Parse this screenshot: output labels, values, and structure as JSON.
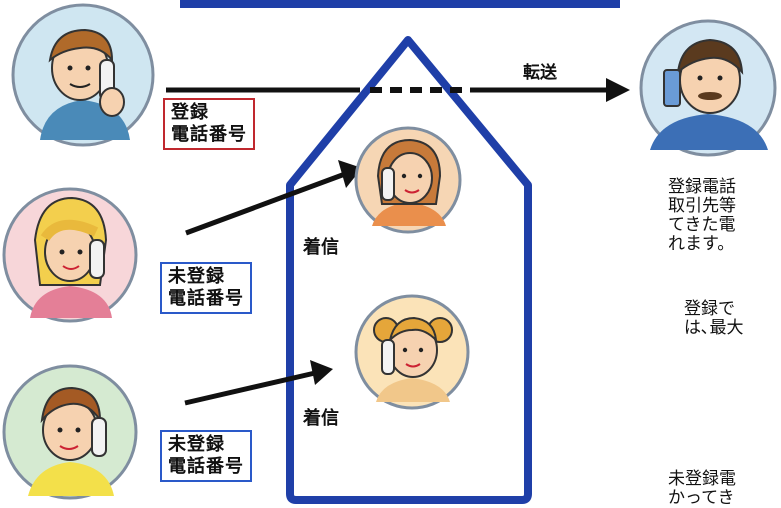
{
  "labels": {
    "registered": [
      "登録",
      "電話番号"
    ],
    "unregistered_1": [
      "未登録",
      "電話番号"
    ],
    "unregistered_2": [
      "未登録",
      "電話番号"
    ]
  },
  "incoming_1": "着信",
  "incoming_2": "着信",
  "transfer": "転送",
  "side_text": {
    "para1": [
      "登録電話",
      "取引先等",
      "てきた電",
      "れます。"
    ],
    "para2": [
      "登録で",
      "は､最大"
    ],
    "para3": [
      "未登録電",
      "かってき"
    ]
  },
  "colors": {
    "house_outline": "#1f3fa8",
    "registered_label_border": "#c0282e",
    "unregistered_label_border": "#2a59c9",
    "caller1_circle": "#cfe6f1",
    "caller2_circle": "#f7d6d9",
    "caller3_circle": "#d5ead1",
    "recipient1_circle": "#f6d6b4",
    "recipient2_circle": "#fbe3b8",
    "forward_target_circle": "#d3e7f3"
  },
  "icons": [
    "caller-man-avatar",
    "caller-woman-avatar",
    "caller-boy-avatar",
    "recipient-woman-avatar",
    "recipient-girl-avatar",
    "forward-target-man-avatar"
  ]
}
